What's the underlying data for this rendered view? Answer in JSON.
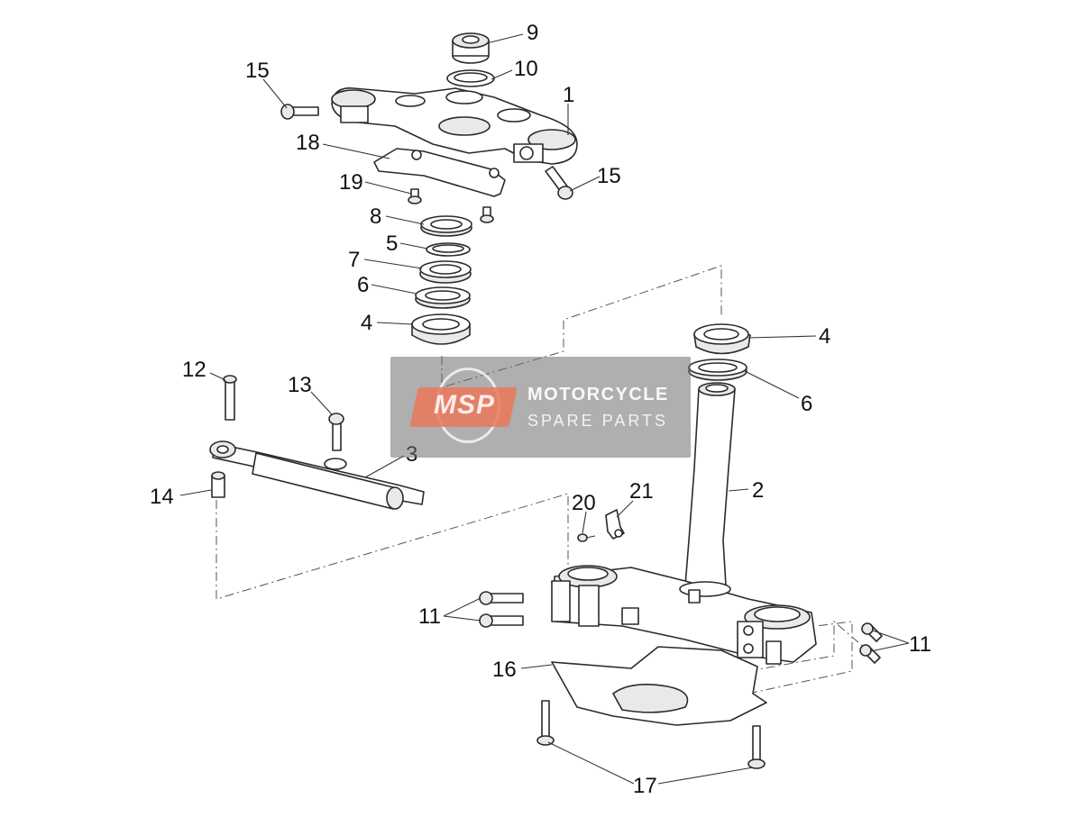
{
  "callouts": {
    "c1": "1",
    "c2": "2",
    "c3": "3",
    "c4a": "4",
    "c4b": "4",
    "c5": "5",
    "c6a": "6",
    "c6b": "6",
    "c7": "7",
    "c8": "8",
    "c9": "9",
    "c10": "10",
    "c11a": "11",
    "c11b": "11",
    "c12": "12",
    "c13": "13",
    "c14": "14",
    "c15a": "15",
    "c15b": "15",
    "c16": "16",
    "c17": "17",
    "c18": "18",
    "c19": "19",
    "c20": "20",
    "c21": "21"
  },
  "watermark": {
    "logo": "MSP",
    "title": "MOTORCYCLE",
    "subtitle": "SPARE PARTS"
  },
  "colors": {
    "line": "#2a2a2a",
    "watermark_bg": "#6e6e6e",
    "logo_accent": "#eb785a"
  }
}
